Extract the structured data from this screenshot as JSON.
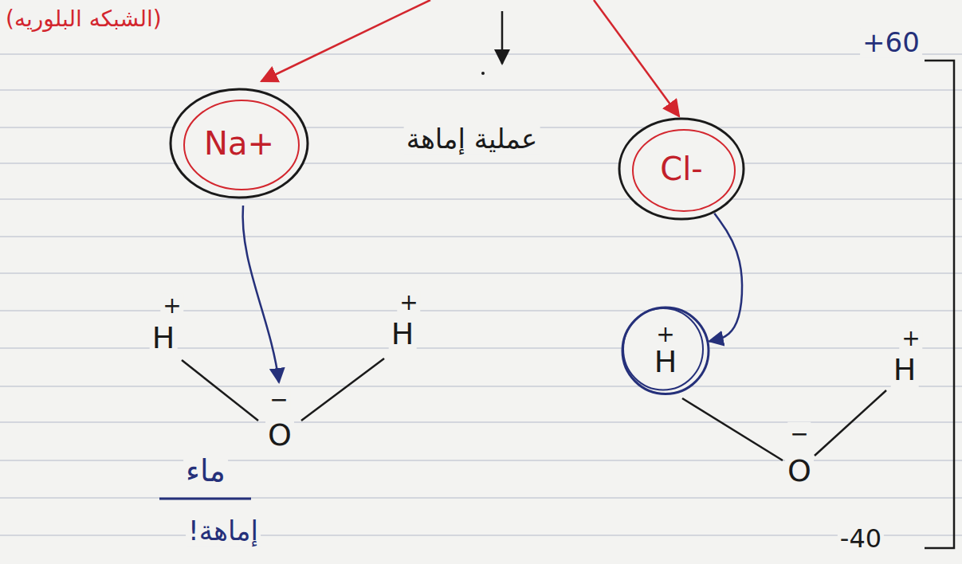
{
  "diagram": {
    "nodes": [
      {
        "text": [
          "Na+"
        ]
      },
      {
        "text": [
          "Cl-"
        ]
      },
      {
        "text": [
          "+",
          "H"
        ]
      }
    ],
    "edges": [
      {
        "from": 1,
        "to": 2,
        "arrow": "to"
      }
    ],
    "labels": [
      "(الشبكه البلوريه)",
      "عملية إماهة",
      "+60",
      "+",
      "H",
      "+",
      "H",
      "−",
      "O",
      "ماء",
      "إماهة!",
      "+",
      "H",
      "−",
      "O",
      "-40"
    ]
  }
}
